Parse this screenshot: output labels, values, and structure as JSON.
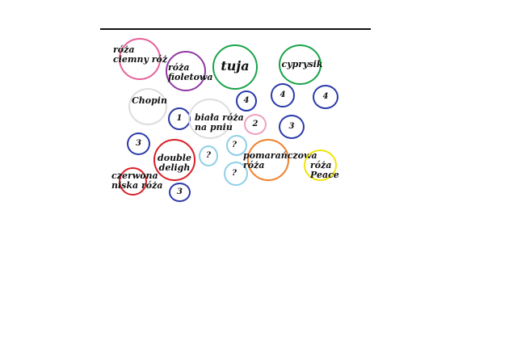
{
  "colors": {
    "pink": "#e8609a",
    "purple": "#8e3aa0",
    "green": "#1aa34a",
    "lightgray": "#dddddd",
    "blue": "#2a3aa8",
    "lightblue": "#8fcfe6",
    "red": "#d81f26",
    "orange": "#f07f2a",
    "yellow": "#f2e30a",
    "lightpink": "#f0a0c0",
    "line": "#111111"
  },
  "labels": {
    "roza_ciemny_line1": "róża",
    "roza_ciemny_line2": "ciemny róż",
    "roza_fiol_line1": "róża",
    "roza_fiol_line2": "fioletowa",
    "tuja": "tuja",
    "cyprysik": "cyprysik",
    "chopin": "Chopin",
    "biala_line1": "biała róża",
    "biala_line2": "na pniu",
    "double_line1": "double",
    "double_line2": "deligh",
    "pomar_line1": "pomarańczowa",
    "pomar_line2": "róża",
    "peace_line1": "róża",
    "peace_line2": "Peace",
    "czerwona_line1": "czerwona",
    "czerwona_line2": "niska róża"
  },
  "numbers": {
    "n4a": "4",
    "n4b": "4",
    "n4c": "4",
    "n1": "1",
    "n2": "2",
    "n3a": "3",
    "n3b": "3",
    "n3c": "3",
    "q1": "?",
    "q2": "?",
    "q3": "?"
  }
}
